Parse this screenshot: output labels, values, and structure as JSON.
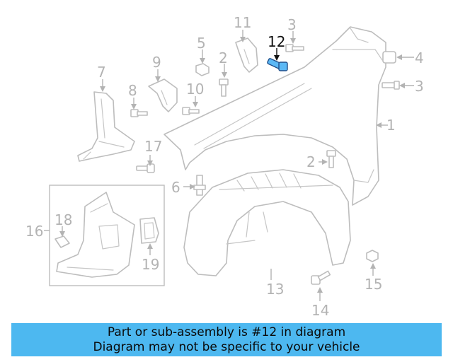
{
  "diagram": {
    "highlight_color": "#5bb8f5",
    "callouts": {
      "c1": "1",
      "c2a": "2",
      "c2b": "2",
      "c3a": "3",
      "c3b": "3",
      "c4": "4",
      "c5": "5",
      "c6": "6",
      "c7": "7",
      "c8": "8",
      "c9": "9",
      "c10": "10",
      "c11": "11",
      "c12": "12",
      "c13": "13",
      "c14": "14",
      "c15": "15",
      "c16": "16",
      "c17": "17",
      "c18": "18",
      "c19": "19"
    }
  },
  "banner": {
    "line1": "Part or sub-assembly is #12 in diagram",
    "line2": "Diagram may not be specific to your vehicle",
    "background": "#4db8f0"
  }
}
